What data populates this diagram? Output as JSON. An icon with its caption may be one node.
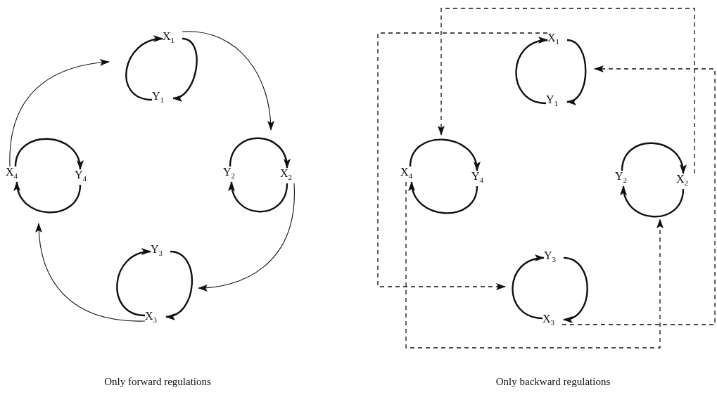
{
  "diagram": {
    "nodes": [
      {
        "text": [
          "X$_{1}$"
        ]
      },
      {
        "text": [
          "Y$_{1}$"
        ]
      },
      {
        "text": [
          "X$_{4}$"
        ]
      },
      {
        "text": [
          "Y$_{4}$"
        ]
      },
      {
        "text": [
          "Y$_{2}$"
        ]
      },
      {
        "text": [
          "X$_{2}$"
        ]
      },
      {
        "text": [
          "Y$_{3}$"
        ]
      },
      {
        "text": [
          "X$_{3}$"
        ]
      },
      {
        "text": [
          "X$_{1}$"
        ]
      },
      {
        "text": [
          "Y$_{1}$"
        ]
      },
      {
        "text": [
          "X$_{4}$"
        ]
      },
      {
        "text": [
          "Y$_{4}$"
        ]
      },
      {
        "text": [
          "Y$_{2}$"
        ]
      },
      {
        "text": [
          "X$_{2}$"
        ]
      },
      {
        "text": [
          "Y$_{3}$"
        ]
      },
      {
        "text": [
          "X$_{3}$"
        ]
      }
    ],
    "edges": [
      {
        "from": 0,
        "to": 1,
        "arrow": "to"
      },
      {
        "from": 1,
        "to": 0,
        "arrow": "to"
      },
      {
        "from": 2,
        "to": 3,
        "arrow": "to"
      },
      {
        "from": 3,
        "to": 2,
        "arrow": "to"
      },
      {
        "from": 4,
        "to": 5,
        "arrow": "to"
      },
      {
        "from": 5,
        "to": 4,
        "arrow": "to"
      },
      {
        "from": 6,
        "to": 7,
        "arrow": "to"
      },
      {
        "from": 7,
        "to": 6,
        "arrow": "to"
      },
      {
        "from": 0,
        "to": null,
        "arrow": "to"
      },
      {
        "from": 5,
        "to": null,
        "arrow": "to"
      },
      {
        "from": 7,
        "to": null,
        "arrow": "to"
      },
      {
        "from": 2,
        "to": null,
        "arrow": "to"
      },
      {
        "from": 8,
        "to": 9,
        "arrow": "to"
      },
      {
        "from": 9,
        "to": 8,
        "arrow": "to"
      },
      {
        "from": 10,
        "to": 11,
        "arrow": "to"
      },
      {
        "from": 11,
        "to": 10,
        "arrow": "to"
      },
      {
        "from": 12,
        "to": 13,
        "arrow": "to"
      },
      {
        "from": 13,
        "to": 12,
        "arrow": "to"
      },
      {
        "from": 14,
        "to": 15,
        "arrow": "to"
      },
      {
        "from": 15,
        "to": 14,
        "arrow": "to"
      },
      {
        "from": 8,
        "to": null,
        "arrow": "to",
        "style": "dashed"
      },
      {
        "from": 13,
        "to": null,
        "arrow": "to",
        "style": "dashed"
      },
      {
        "from": 15,
        "to": null,
        "arrow": "to",
        "style": "dashed"
      },
      {
        "from": 10,
        "to": null,
        "arrow": "to",
        "style": "dashed"
      }
    ],
    "labels": [
      "Only forward regulations",
      "Only backward regulations"
    ]
  }
}
